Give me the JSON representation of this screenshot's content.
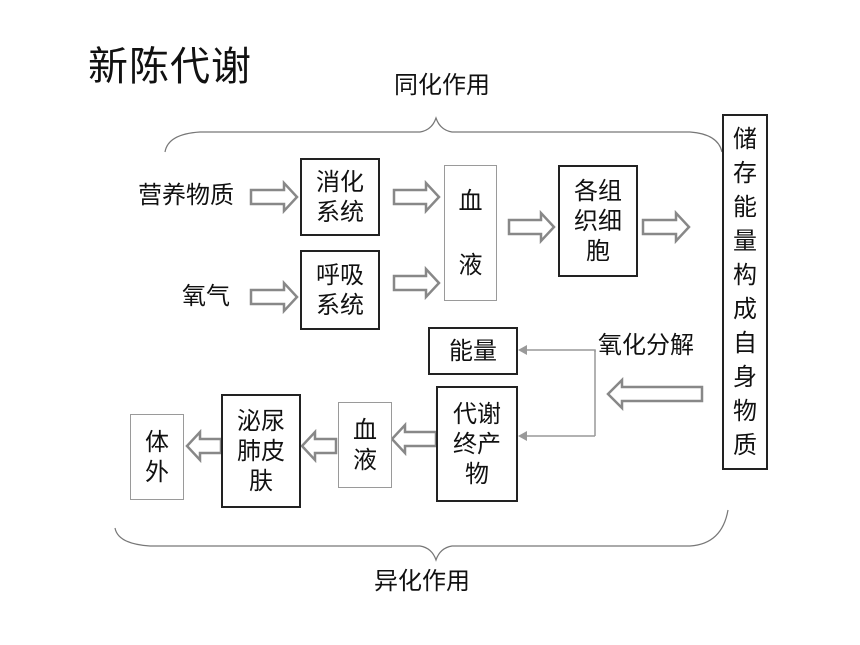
{
  "title": "新陈代谢",
  "anabolism_label": "同化作用",
  "catabolism_label": "异化作用",
  "inputs": {
    "nutrients": "营养物质",
    "oxygen": "氧气"
  },
  "boxes": {
    "digestive": "消化系统",
    "respiratory": "呼吸系统",
    "blood_top": "血液",
    "tissue_cells": "各组织细胞",
    "storage": "储存能量构成自身物质",
    "energy": "能量",
    "end_products": "代谢终产物",
    "blood_bottom": "血液",
    "excretory": "泌尿肺皮肤",
    "outside": "体外"
  },
  "oxidation_label": "氧化分解"
}
